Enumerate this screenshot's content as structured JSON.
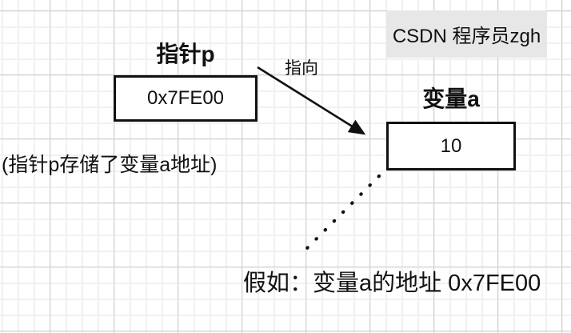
{
  "watermark": {
    "label": "CSDN 程序员zgh"
  },
  "pointer": {
    "title": "指针p",
    "value": "0x7FE00"
  },
  "variable": {
    "title": "变量a",
    "value": "10"
  },
  "arrow": {
    "label": "指向"
  },
  "annotations": {
    "pointer_note": "(指针p存储了变量a地址)",
    "assumption_note": "假如：变量a的地址 0x7FE00"
  },
  "colors": {
    "badge_bg": "#e7e7e7",
    "ink": "#111111",
    "grid_minor": "#f1f1f1",
    "grid_major": "#d0d0d0",
    "box_bg": "#ffffff"
  }
}
